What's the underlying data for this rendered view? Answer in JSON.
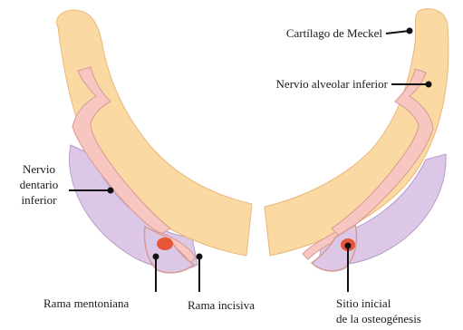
{
  "labels": {
    "cartilago_meckel": "Cartílago de Meckel",
    "nervio_alveolar_inferior": "Nervio alveolar inferior",
    "nervio_dentario_inferior": [
      "Nervio",
      "dentario",
      "inferior"
    ],
    "rama_mentoniana": "Rama mentoniana",
    "rama_incisiva": "Rama incisiva",
    "sitio_inicial": [
      "Sitio inicial",
      "de la osteogénesis"
    ]
  },
  "colors": {
    "cartilage": "#fbd9a3",
    "cartilage_outline": "#e9b77c",
    "nerve": "#f7c6c0",
    "nerve_outline": "#d59a94",
    "bone_region": "#dcc8e6",
    "bone_outline": "#b79cc9",
    "ossification_site": "#e8563a",
    "pointer": "#111111"
  }
}
